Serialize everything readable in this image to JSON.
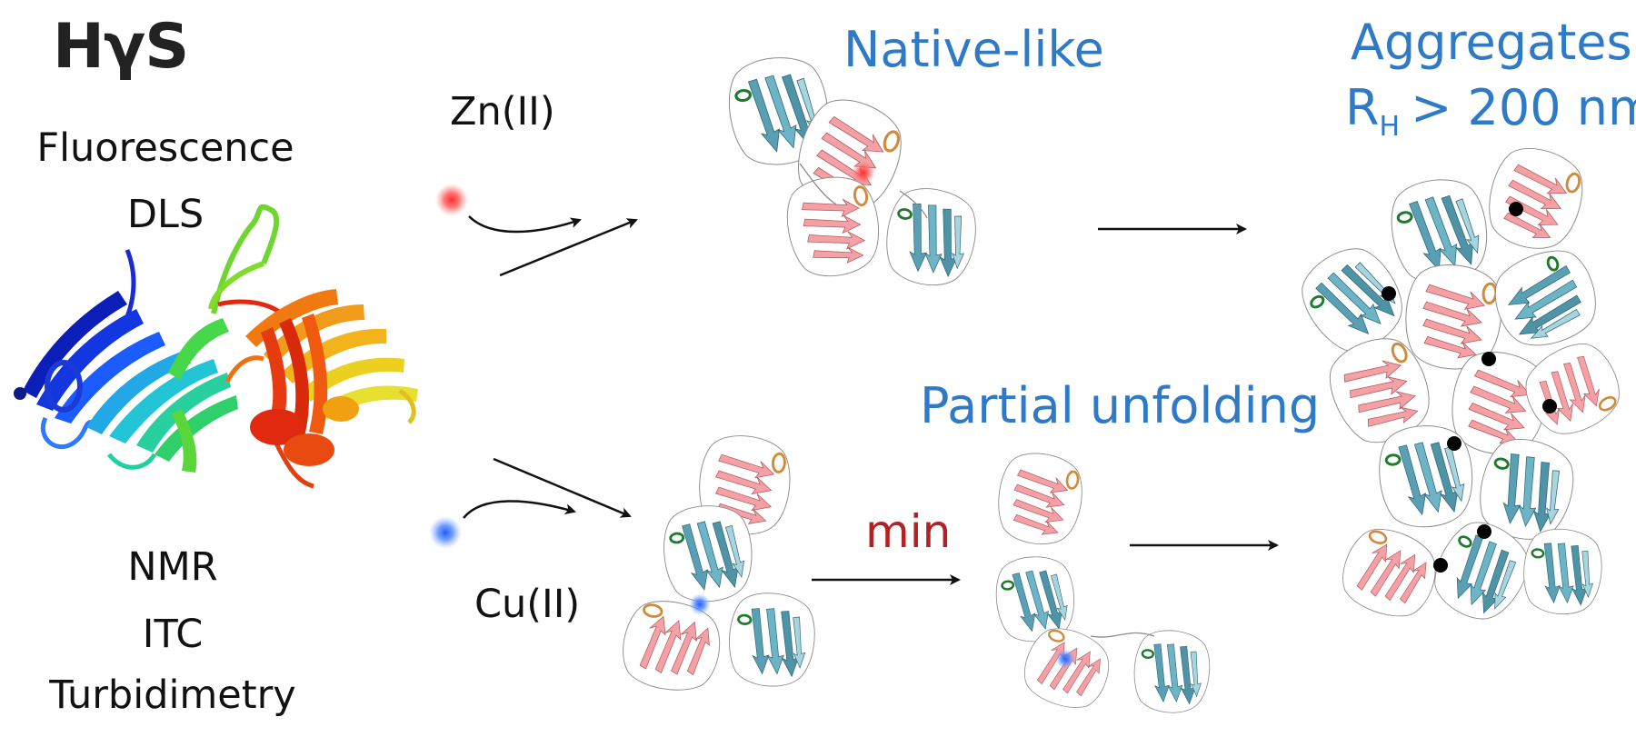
{
  "title": "HγS",
  "techniques_top": [
    "Fluorescence",
    "DLS"
  ],
  "techniques_bottom": [
    "NMR",
    "ITC",
    "Turbidimetry"
  ],
  "ions": {
    "zinc": "Zn(II)",
    "copper": "Cu(II)"
  },
  "states": {
    "native": "Native-like",
    "partial": "Partial unfolding",
    "aggregates": "Aggregates",
    "radius_symbol": "R",
    "radius_subscript": "H",
    "radius_value": "> 200 nm"
  },
  "time_label": "min",
  "colors": {
    "heading_blue": "#2f7ac6",
    "time_red": "#b22222",
    "zinc_dot": "#ff3b3b",
    "copper_dot": "#2f6dff",
    "beta_pink": "#f4a0a4",
    "beta_teal": "#4f93a6",
    "helix_green": "#1e7a2e",
    "helix_orange": "#d08a3a"
  }
}
